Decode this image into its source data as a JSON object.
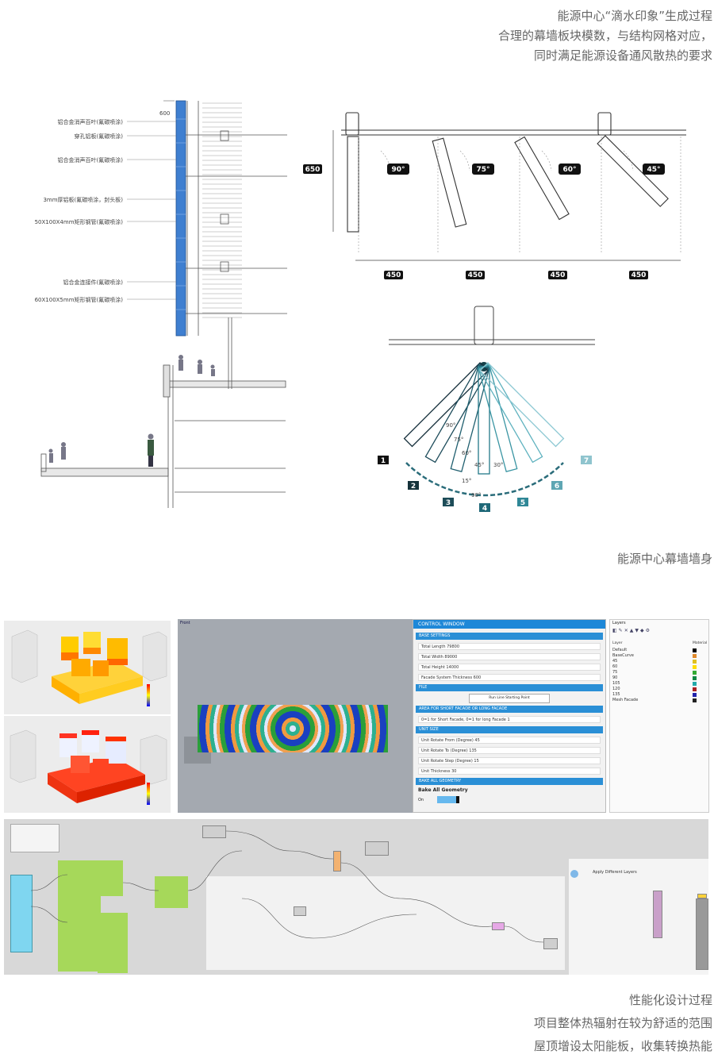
{
  "header": {
    "line1": "能源中心“滴水印象”生成过程",
    "line2": "合理的幕墙板块模数，与结构网格对应，",
    "line3": "同时满足能源设备通风散热的要求"
  },
  "section_labels": [
    "铝合金消声百叶(氟碳喷涂)",
    "穿孔铝板(氟碳喷涂)",
    "铝合金消声百叶(氟碳喷涂)",
    "3mm厚铝板(氟碳喷涂，封头板)",
    "50X100X4mm矩形钢管(氟碳喷涂)",
    "铝合金连接件(氟碳喷涂)",
    "60X100X5mm矩形钢管(氟碳喷涂)"
  ],
  "top_dim": "600",
  "angle_diagram": {
    "height_dim": "650",
    "angles": [
      "90°",
      "75°",
      "60°",
      "45°"
    ],
    "spacings": [
      "450",
      "450",
      "450",
      "450"
    ]
  },
  "fan_diagram": {
    "numbers": [
      "1",
      "2",
      "3",
      "4",
      "5",
      "6",
      "7"
    ],
    "small_angles": [
      "90°",
      "75°",
      "60°",
      "45°",
      "30°",
      "15°",
      "90°"
    ]
  },
  "caption_mid": "能源中心幕墙墙身",
  "control_window": {
    "title": "CONTROL WINDOW",
    "sections": [
      "BASE SETTINGS",
      "FILE",
      "AREA FOR SHORT FACADE OR LONG FACADE",
      "UNIT SIZE",
      "BAKE ALL GEOMETRY"
    ],
    "rows": [
      "Total Length  79800",
      "Total Width  89000",
      "Total Height  14000",
      "Facade System Thickness  600"
    ],
    "file_button": "Run Line Starting Point",
    "facade_row": "0=1 for Short Facade, 0=1 for long Facade  1",
    "unit_rows": [
      "Unit Rotate From (Degree)  45",
      "Unit Rotate To (Degree)  135",
      "Unit Rotate Step (Degree)  15",
      "Unit Thickness  30"
    ],
    "bake_label": "Bake All Geometry",
    "bake_toggle": "On"
  },
  "viewport_label": "Front",
  "layers": {
    "title": "Layers",
    "header_left": "Layer",
    "header_right": "Material",
    "items": [
      "Default",
      "BaseCurve",
      "45",
      "60",
      "75",
      "90",
      "105",
      "120",
      "135",
      "Mesh Facade"
    ],
    "colors": [
      "#000000",
      "#e08a2c",
      "#e0c020",
      "#ffdd00",
      "#33aa33",
      "#118844",
      "#22aaaa",
      "#aa2222",
      "#2222aa",
      "#222222"
    ]
  },
  "gh_label": "Apply Different Layers",
  "caption_bottom": {
    "line1": "性能化设计过程",
    "line2": "项目整体热辐射在较为舒适的范围",
    "line3": "屋顶增设太阳能板，收集转换热能"
  }
}
